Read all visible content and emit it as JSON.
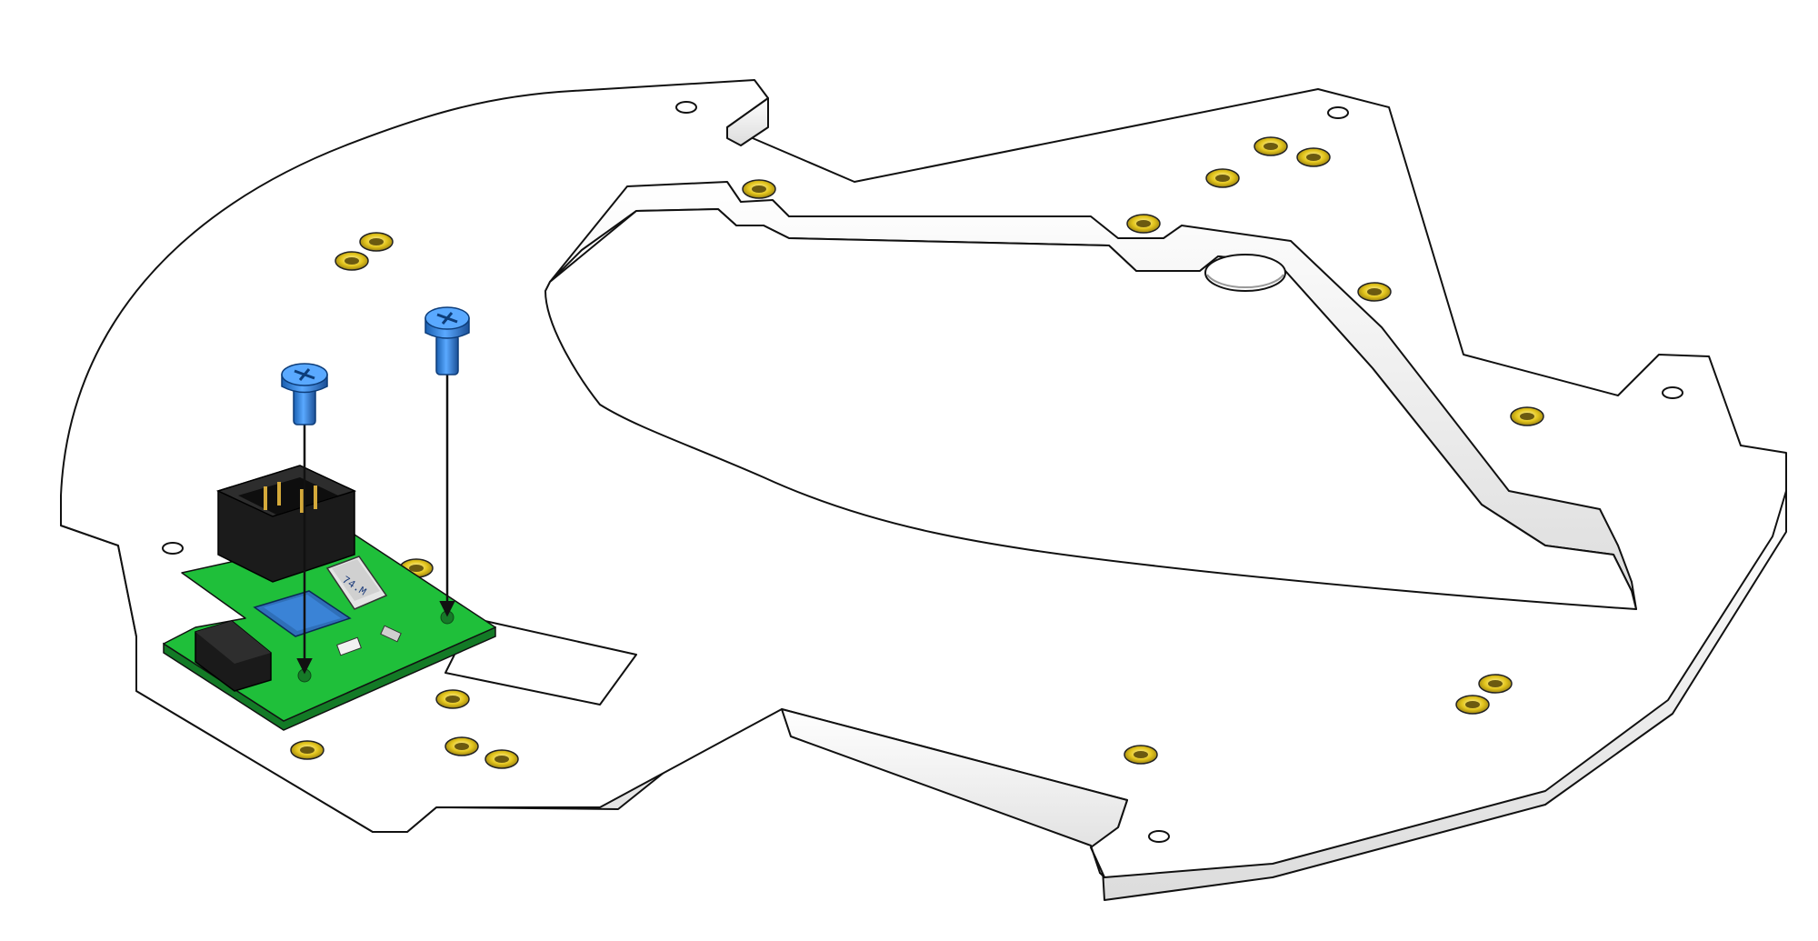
{
  "diagram": {
    "kind": "exploded-assembly",
    "colors": {
      "background": "#ffffff",
      "plate": "#ffffff",
      "plate_edge": "#f1f1f1",
      "outline": "#111111",
      "insert": "#e3c51c",
      "pcb": "#1fbf3a",
      "header": "#1b1b1b",
      "chip": "#2f6fb8",
      "screw": "#2f86e6",
      "crystal": "#d9d9d9"
    },
    "parts": {
      "screws": [
        "screw",
        "screw"
      ],
      "pcb": "sensor-board",
      "crystal_label": "74.M"
    }
  }
}
